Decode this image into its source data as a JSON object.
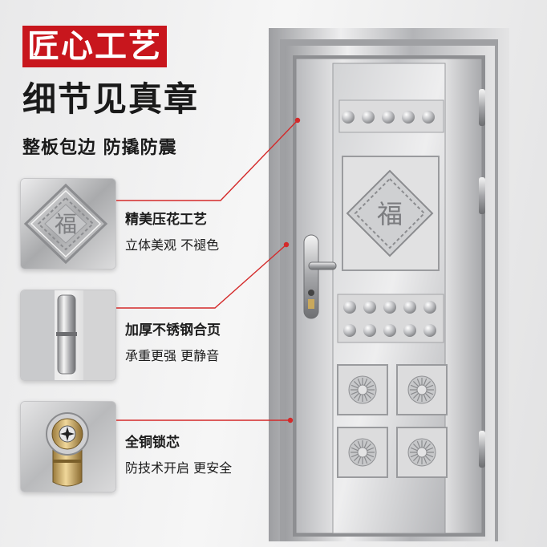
{
  "header": {
    "title_line1": "匠心工艺",
    "title_line2": "细节见真章",
    "subtitle": "整板包边  防撬防震"
  },
  "features": [
    {
      "title": "精美压花工艺",
      "desc": "立体美观  不褪色"
    },
    {
      "title": "加厚不锈钢合页",
      "desc": "承重更强  更静音"
    },
    {
      "title": "全铜锁芯",
      "desc": "防技术开启  更安全"
    }
  ],
  "door": {
    "emblem_char": "福"
  },
  "colors": {
    "accent": "#c8161d",
    "leader": "#d42a2a",
    "text": "#1a1a1a"
  }
}
